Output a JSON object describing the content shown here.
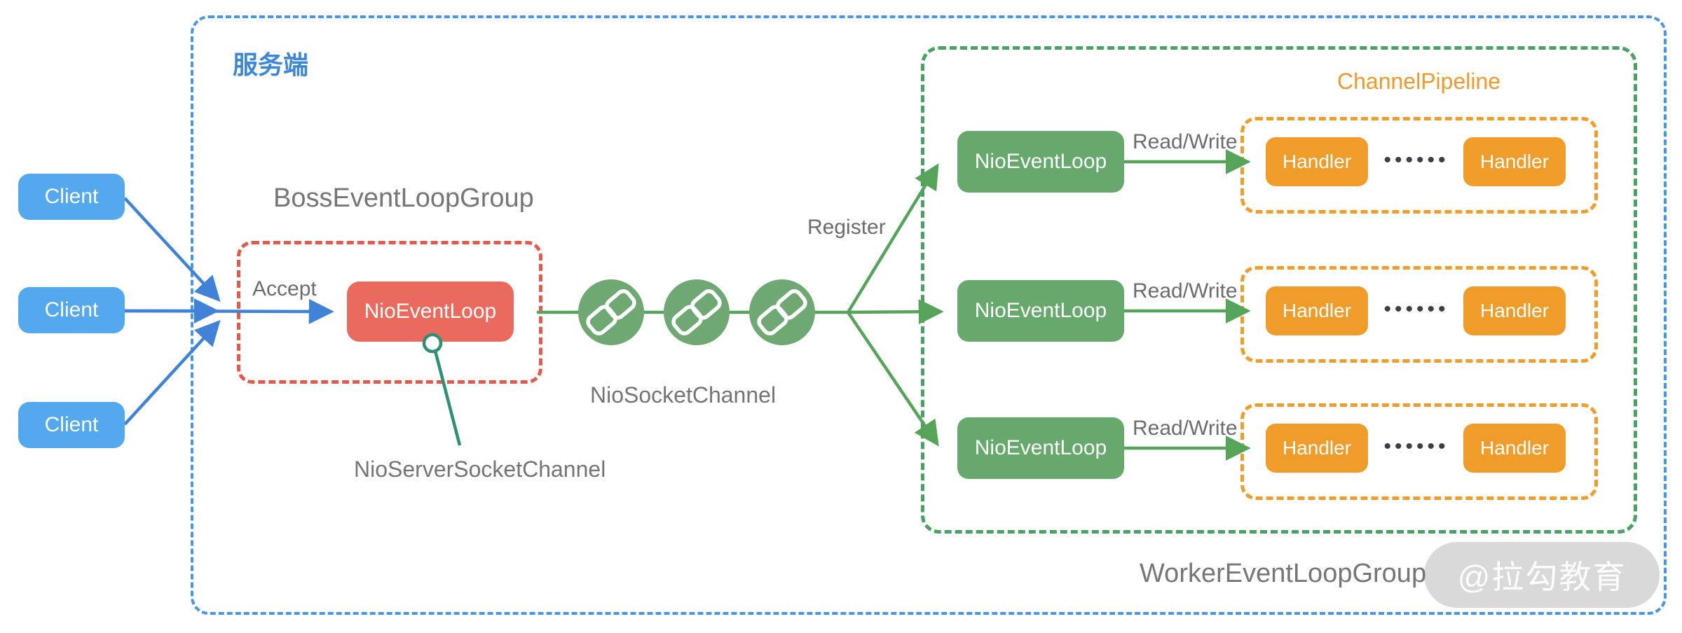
{
  "server": {
    "label": "服务端"
  },
  "clients": {
    "labels": [
      "Client",
      "Client",
      "Client"
    ]
  },
  "boss": {
    "group_label": "BossEventLoopGroup",
    "accept_label": "Accept",
    "event_loop_label": "NioEventLoop",
    "server_socket_channel_label": "NioServerSocketChannel"
  },
  "channel": {
    "socket_channel_label": "NioSocketChannel",
    "register_label": "Register"
  },
  "worker": {
    "group_label": "WorkerEventLoopGroup",
    "pipeline_label": "ChannelPipeline",
    "rows": [
      {
        "event_loop_label": "NioEventLoop",
        "read_write_label": "Read/Write",
        "handler_left": "Handler",
        "dots": "••••••",
        "handler_right": "Handler"
      },
      {
        "event_loop_label": "NioEventLoop",
        "read_write_label": "Read/Write",
        "handler_left": "Handler",
        "dots": "••••••",
        "handler_right": "Handler"
      },
      {
        "event_loop_label": "NioEventLoop",
        "read_write_label": "Read/Write",
        "handler_left": "Handler",
        "dots": "••••••",
        "handler_right": "Handler"
      }
    ]
  },
  "watermark": {
    "text": "@拉勾教育"
  },
  "icons": {
    "chain": "chain-link-icon"
  },
  "colors": {
    "server_border": "#4a96e0",
    "server_label": "#3e87d8",
    "client_bg": "#54a8ee",
    "arrow_blue": "#3f82d7",
    "boss_border": "#e25a4c",
    "boss_loop_bg": "#ea6a5e",
    "chain_circle_bg": "#6fa873",
    "arrow_green": "#56a35a",
    "worker_border": "#4aa164",
    "worker_loop_bg": "#67a96c",
    "pipeline_border": "#ef9d2c",
    "handler_bg": "#f09c2b",
    "pipeline_label": "#f0992e",
    "anchor_teal": "#2f8f72",
    "text_gray": "#696d70",
    "channel_text_gray": "#757575",
    "group_text_gray": "#747678",
    "dots_color": "#3a4045"
  }
}
